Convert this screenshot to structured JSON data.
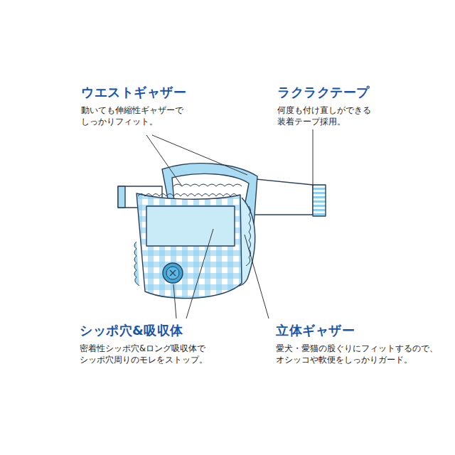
{
  "diagram": {
    "labels": [
      "ウエストギャザー",
      "動いても伸縮性ギャザーで しっかりフィット。",
      "ラクラクテープ",
      "何度も付け直しができる 装着テープ採用。",
      "シッポ穴&吸収体",
      "密着性シッポ穴&ロング吸収体で シッポ穴周りのモレをストップ。",
      "立体ギャザー",
      "愛犬・愛猫の股ぐりにフィットするので、 オシッコや軟便をしっかりガード。"
    ]
  }
}
